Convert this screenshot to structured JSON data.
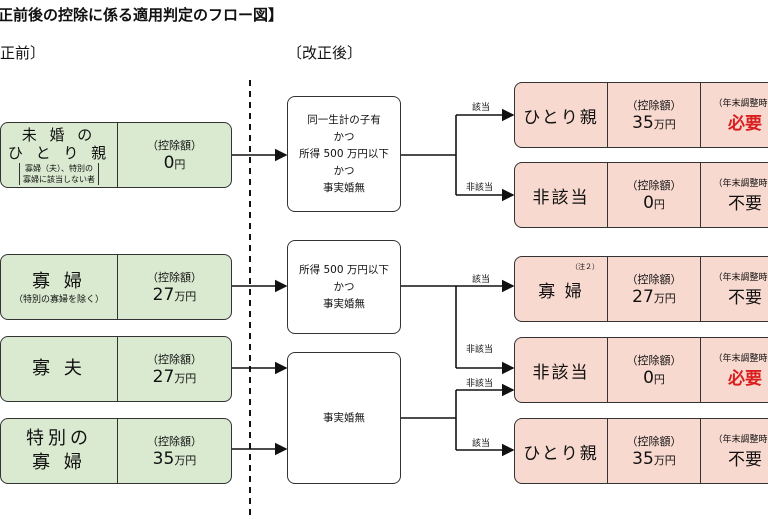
{
  "title": "正前後の控除に係る適用判定のフロー図】",
  "header": {
    "before": "正前〕",
    "after": "〔改正後〕"
  },
  "before_boxes": [
    {
      "name_lines": [
        "未 婚 の",
        "ひ と り 親"
      ],
      "sub_lines": [
        "寡婦（夫）、特別の",
        "寡婦に該当しない者"
      ],
      "ded_label": "（控除額）",
      "amount": "0",
      "unit": "円"
    },
    {
      "name_lines": [
        "寡 婦"
      ],
      "sub_lines": [
        "（特別の寡婦を除く）"
      ],
      "ded_label": "（控除額）",
      "amount": "27",
      "unit": "万円"
    },
    {
      "name_lines": [
        "寡 夫"
      ],
      "sub_lines": [],
      "ded_label": "（控除額）",
      "amount": "27",
      "unit": "万円"
    },
    {
      "name_lines": [
        "特別の",
        "寡 婦"
      ],
      "sub_lines": [],
      "ded_label": "（控除額）",
      "amount": "35",
      "unit": "万円"
    }
  ],
  "conditions": [
    {
      "lines": [
        "同一生計の子有",
        "かつ",
        "所得 500 万円以下",
        "かつ",
        "事実婚無"
      ]
    },
    {
      "lines": [
        "所得 500 万円以下",
        "かつ",
        "事実婚無"
      ]
    },
    {
      "lines": [
        "事実婚無"
      ]
    }
  ],
  "branch_labels": {
    "c1_yes": "該当",
    "c1_no": "非該当",
    "c2_yes": "該当",
    "c2_no": "非該当",
    "c3_no": "非該当",
    "c3_yes": "該当"
  },
  "after_boxes": [
    {
      "name": "ひとり親",
      "note": "",
      "ded_label": "（控除額）",
      "amount": "35",
      "unit": "万円",
      "status_label": "（年末調整時の",
      "status": "必要",
      "status_red": true
    },
    {
      "name": "非該当",
      "note": "",
      "ded_label": "（控除額）",
      "amount": "0",
      "unit": "円",
      "status_label": "（年末調整時の",
      "status": "不要",
      "status_red": false
    },
    {
      "name": "寡 婦",
      "note": "（注２）",
      "ded_label": "（控除額）",
      "amount": "27",
      "unit": "万円",
      "status_label": "（年末調整時の",
      "status": "不要",
      "status_red": false
    },
    {
      "name": "非該当",
      "note": "",
      "ded_label": "（控除額）",
      "amount": "0",
      "unit": "円",
      "status_label": "（年末調整時の",
      "status": "必要",
      "status_red": true
    },
    {
      "name": "ひとり親",
      "note": "",
      "ded_label": "（控除額）",
      "amount": "35",
      "unit": "万円",
      "status_label": "（年末調整時の",
      "status": "不要",
      "status_red": false
    }
  ],
  "colors": {
    "before_fill": "#d9ead0",
    "after_fill": "#f8d9cf",
    "required_red": "#d81e1e"
  }
}
